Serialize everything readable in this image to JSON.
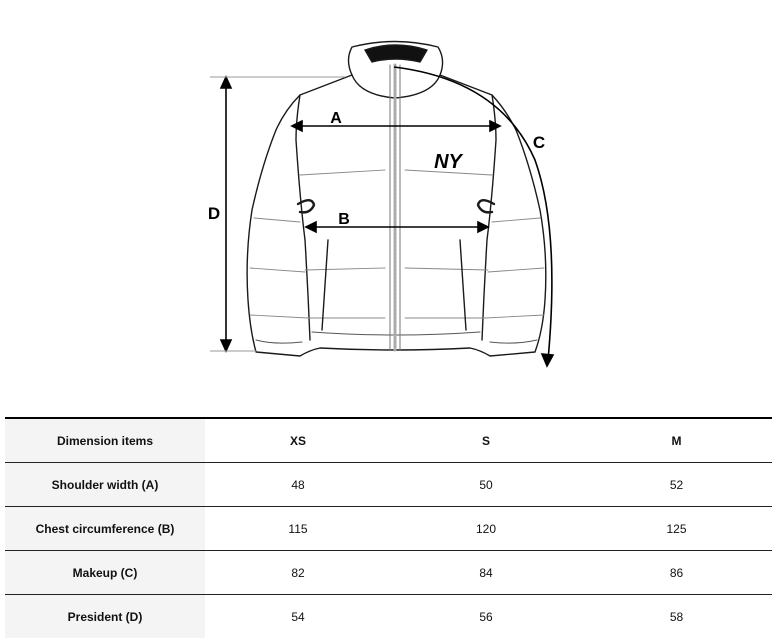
{
  "diagram": {
    "labels": {
      "a": "A",
      "b": "B",
      "c": "C",
      "d": "D"
    },
    "logo_text": "NY"
  },
  "table": {
    "header": [
      "Dimension items",
      "XS",
      "S",
      "M"
    ],
    "rows": [
      {
        "label": "Shoulder width (A)",
        "values": [
          "48",
          "50",
          "52"
        ]
      },
      {
        "label": "Chest circumference (B)",
        "values": [
          "115",
          "120",
          "125"
        ]
      },
      {
        "label": "Makeup (C)",
        "values": [
          "82",
          "84",
          "86"
        ]
      },
      {
        "label": "President (D)",
        "values": [
          "54",
          "56",
          "58"
        ]
      }
    ]
  }
}
